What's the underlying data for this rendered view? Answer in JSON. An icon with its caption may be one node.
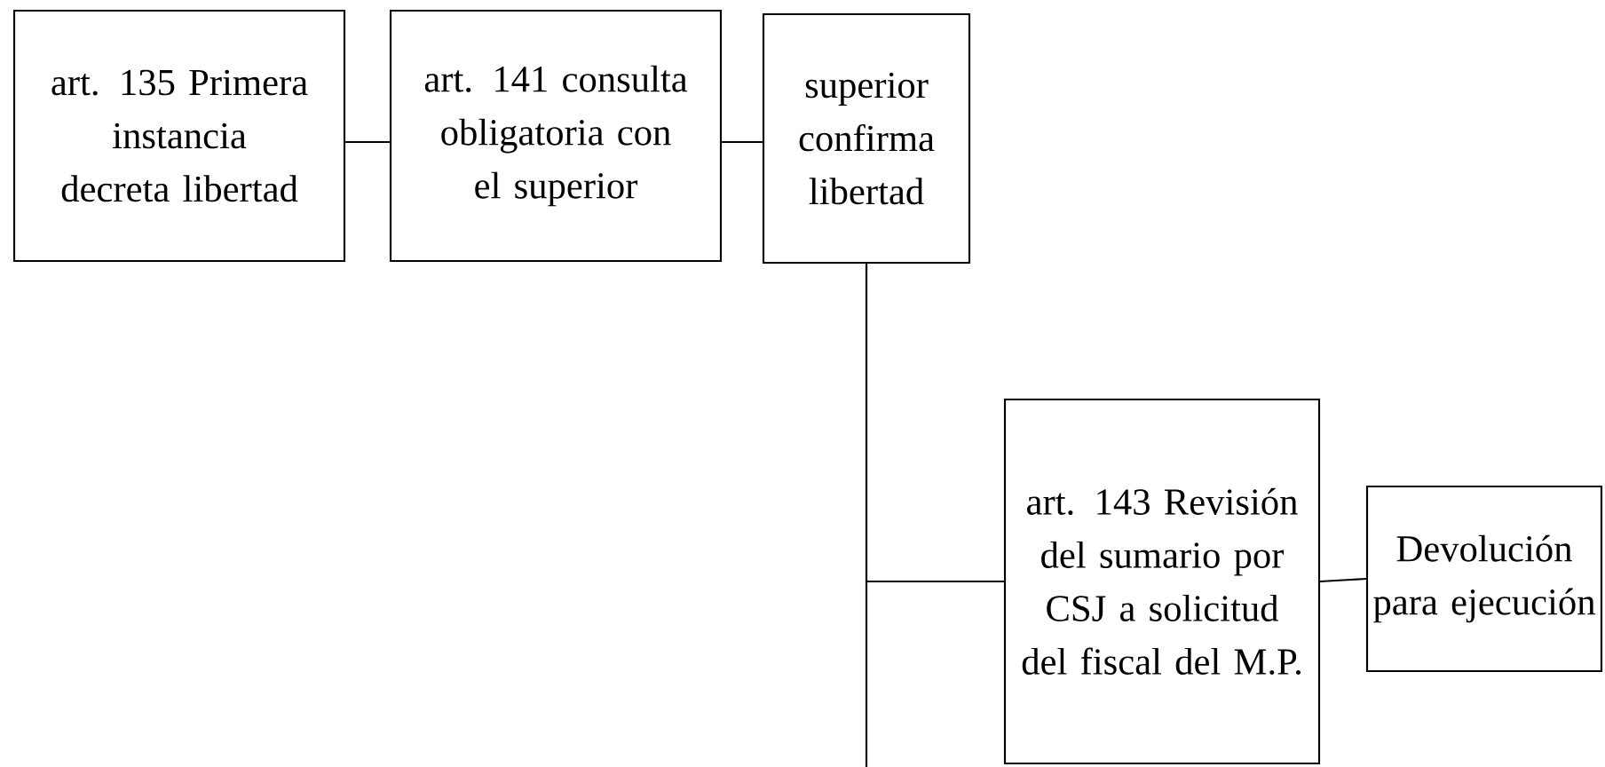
{
  "diagram": {
    "nodes": [
      {
        "text": [
          "art. 135 Primera instancia decreta libertad"
        ]
      },
      {
        "text": [
          "art. 141 consulta obligatoria con el superior"
        ]
      },
      {
        "text": [
          "superior confirma libertad"
        ]
      },
      {
        "text": [
          "art. 143 Revisión del sumario por CSJ a solicitud del fiscal del M.P."
        ]
      },
      {
        "text": [
          "Devolución para ejecución"
        ]
      }
    ],
    "edges": [
      {
        "from": 0,
        "to": 1,
        "arrow": "none"
      },
      {
        "from": 1,
        "to": 2,
        "arrow": "none"
      },
      {
        "from": 2,
        "to": 3,
        "arrow": "none"
      },
      {
        "from": 2,
        "to": null,
        "arrow": "none"
      },
      {
        "from": 3,
        "to": 4,
        "arrow": "none"
      }
    ]
  }
}
